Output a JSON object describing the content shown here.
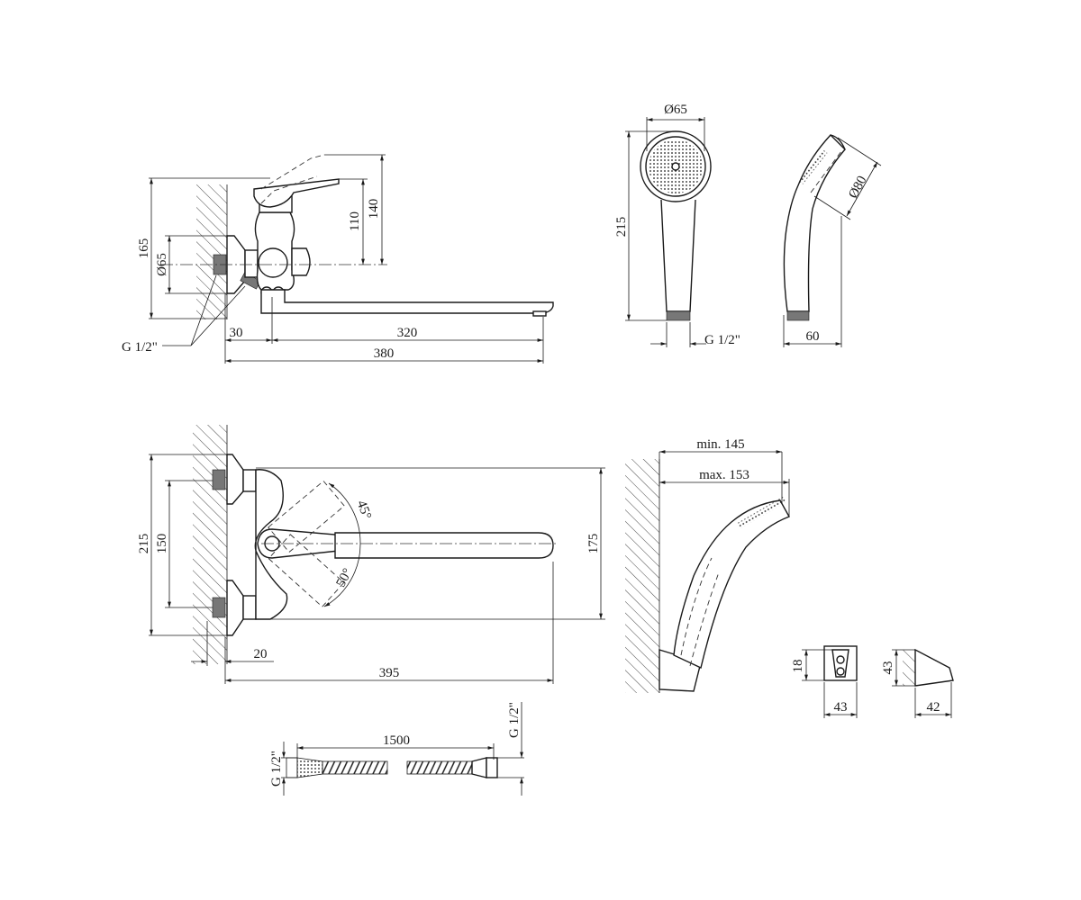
{
  "side_view": {
    "dims": {
      "height_165": "165",
      "dia_65": "Ø65",
      "h_110": "110",
      "h_140": "140",
      "w_30": "30",
      "w_320": "320",
      "w_380": "380",
      "thread": "G 1/2\""
    }
  },
  "hand_shower_front": {
    "dims": {
      "dia_65": "Ø65",
      "h_215": "215",
      "thread": "G 1/2\""
    }
  },
  "hand_shower_side": {
    "dims": {
      "dia_80": "Ø80",
      "w_60": "60"
    }
  },
  "top_view": {
    "dims": {
      "h_215": "215",
      "h_150": "150",
      "h_175": "175",
      "ang_45": "45°",
      "ang_50": "50°",
      "w_20": "20",
      "w_395": "395"
    }
  },
  "holder_view": {
    "dims": {
      "min": "min. 145",
      "max": "max. 153"
    }
  },
  "bracket_front": {
    "dims": {
      "h_18": "18",
      "w_43": "43"
    }
  },
  "bracket_side": {
    "dims": {
      "h_43": "43",
      "w_42": "42"
    }
  },
  "hose": {
    "dims": {
      "length": "1500",
      "thread_left": "G 1/2\"",
      "thread_right": "G 1/2\""
    }
  }
}
